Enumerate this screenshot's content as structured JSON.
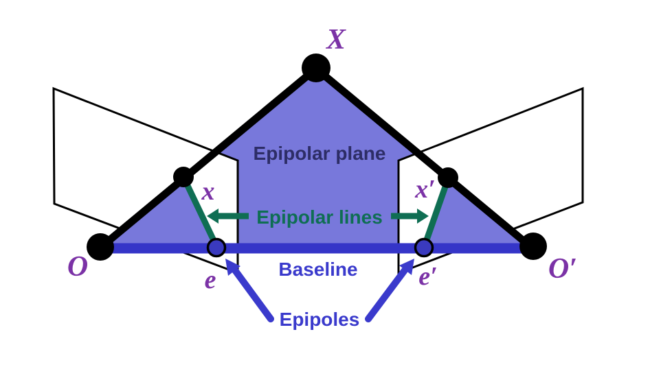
{
  "diagram": {
    "point_labels": {
      "X": "X",
      "O": "O",
      "O_prime": "O′",
      "x": "x",
      "x_prime": "x′",
      "e": "e",
      "e_prime": "e′"
    },
    "annotations": {
      "epipolar_plane": "Epipolar plane",
      "epipolar_lines": "Epipolar lines",
      "baseline": "Baseline",
      "epipoles": "Epipoles"
    },
    "colors": {
      "plane_fill": "#7878DB",
      "baseline_blue": "#3535C8",
      "epipole_fill": "#3A3ABF",
      "green": "#0F6E53",
      "navy_text": "#2D2D66",
      "blue_label": "#3A3ACC",
      "purple_label": "#7B32A6",
      "black": "#000000",
      "white": "#FFFFFF"
    }
  }
}
